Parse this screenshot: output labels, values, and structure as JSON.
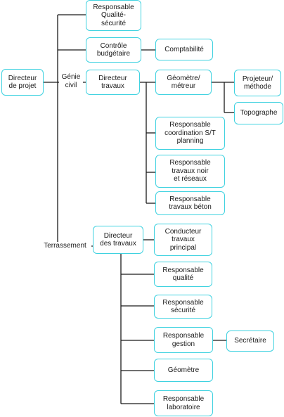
{
  "nodes": {
    "directeur_projet": "Directeur\nde projet",
    "responsable_qualite_securite": "Responsable\nQualité-\nsécurité",
    "controle_budgetaire": "Contrôle\nbudgétaire",
    "comptabilite": "Comptabilité",
    "directeur_travaux_gc": "Directeur\ntravaux",
    "geometre_metreur": "Géomètre/\nmétreur",
    "projeteur_methode": "Projeteur/\nméthode",
    "topographe": "Topographe",
    "resp_coordination": "Responsable\ncoordination S/T\nplanning",
    "resp_travaux_noir": "Responsable\ntravaux noir\net réseaux",
    "resp_travaux_beton": "Responsable\ntravaux béton",
    "directeur_travaux_terr": "Directeur\ndes travaux",
    "conducteur_travaux": "Conducteur\ntravaux\nprincipal",
    "resp_qualite": "Responsable\nqualité",
    "resp_securite": "Responsable\nsécurité",
    "resp_gestion": "Responsable\ngestion",
    "secretaire": "Secrétaire",
    "geometre": "Géomètre",
    "resp_laboratoire": "Responsable\nlaboratoire"
  },
  "labels": {
    "genie_civil": "Génie\ncivil",
    "terrassement": "Terrassement"
  },
  "colors": {
    "box_border": "#3fd2e0",
    "connector": "#1a1a1a"
  }
}
